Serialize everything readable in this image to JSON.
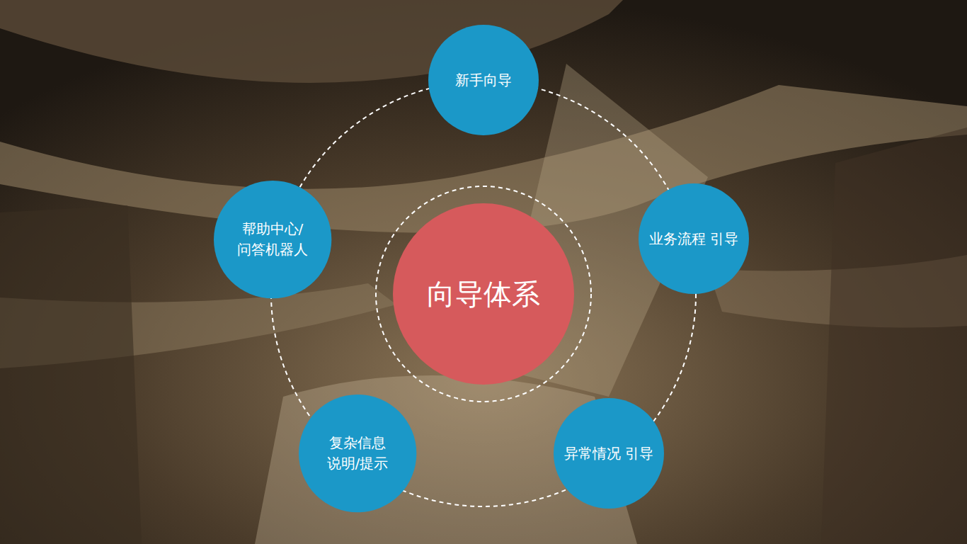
{
  "diagram": {
    "nodes": [
      {
        "text": [
          "新手向导"
        ]
      },
      {
        "text": [
          "帮助中心/ 问答机器人"
        ]
      },
      {
        "text": [
          "业务流程 引导"
        ]
      },
      {
        "text": [
          "向导体系"
        ]
      },
      {
        "text": [
          "复杂信息 说明/提示"
        ]
      },
      {
        "text": [
          "异常情况 引导"
        ]
      }
    ]
  }
}
